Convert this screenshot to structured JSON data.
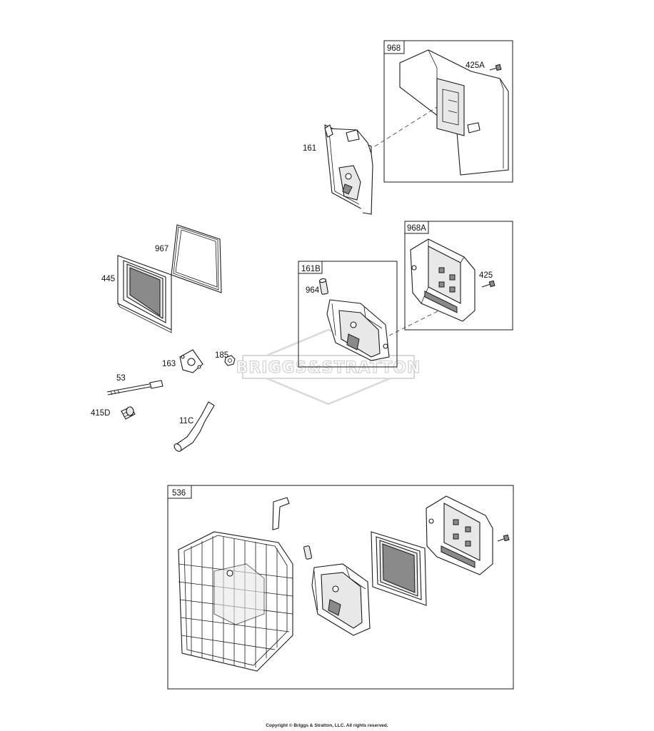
{
  "watermark": {
    "text": "BRIGGS&STRATTON"
  },
  "labels": {
    "p161": "161",
    "p425A": "425A",
    "p967": "967",
    "p445": "445",
    "p964": "964",
    "p425": "425",
    "p163": "163",
    "p185": "185",
    "p53": "53",
    "p415D": "415D",
    "p11C": "11C"
  },
  "boxes": {
    "b968": "968",
    "b968A": "968A",
    "b161B": "161B",
    "b536": "536"
  },
  "footer": {
    "copyright": "Copyright © Briggs & Stratton, LLC. All rights reserved."
  }
}
